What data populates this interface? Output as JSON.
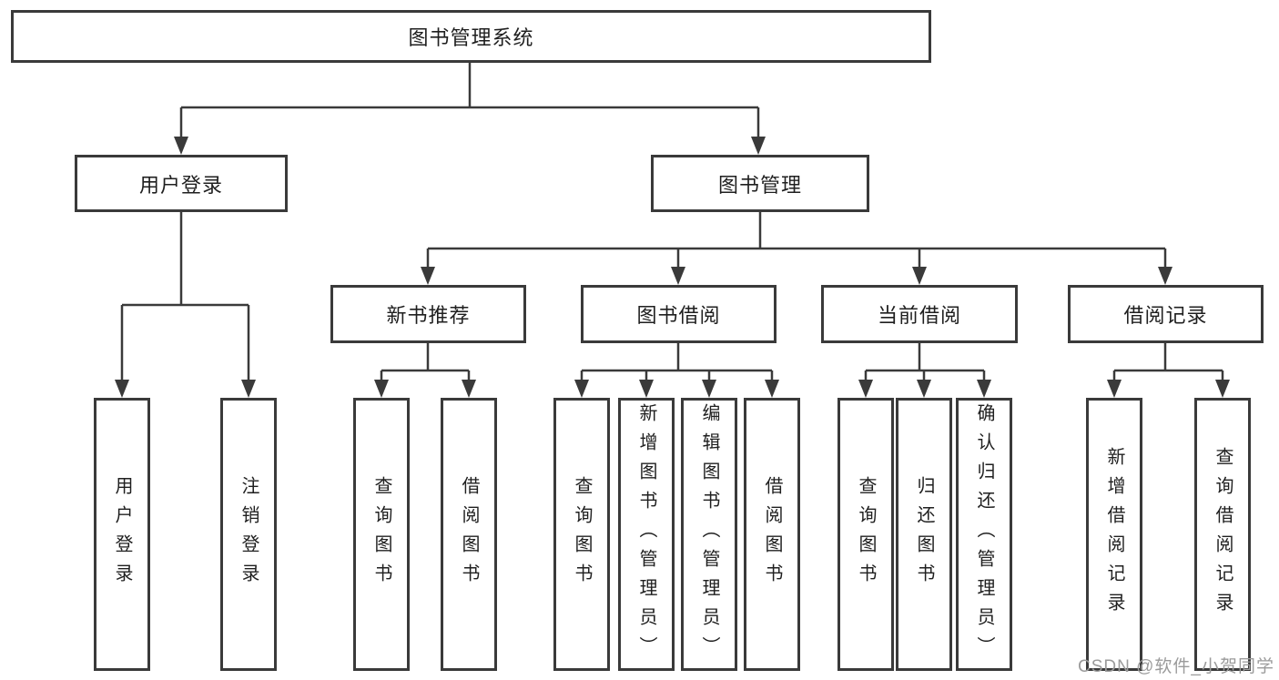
{
  "colors": {
    "line": "#3a3a3a",
    "text": "#1f1f1f",
    "watermark": "#9b9b9b",
    "background": "#ffffff"
  },
  "watermark": {
    "text": "CSDN @软件_小贺同学"
  },
  "tree": {
    "root": {
      "label": "图书管理系统"
    },
    "branches": [
      {
        "label": "用户登录",
        "children": [
          {
            "label": "用户登录"
          },
          {
            "label": "注销登录"
          }
        ]
      },
      {
        "label": "图书管理",
        "sections": [
          {
            "label": "新书推荐",
            "children": [
              {
                "label": "查询图书"
              },
              {
                "label": "借阅图书"
              }
            ]
          },
          {
            "label": "图书借阅",
            "children": [
              {
                "label": "查询图书"
              },
              {
                "label": "新增图书（管理员）"
              },
              {
                "label": "编辑图书（管理员）"
              },
              {
                "label": "借阅图书"
              }
            ]
          },
          {
            "label": "当前借阅",
            "children": [
              {
                "label": "查询图书"
              },
              {
                "label": "归还图书"
              },
              {
                "label": "确认归还（管理员）"
              }
            ]
          },
          {
            "label": "借阅记录",
            "children": [
              {
                "label": "新增借阅记录"
              },
              {
                "label": "查询借阅记录"
              }
            ]
          }
        ]
      }
    ]
  }
}
